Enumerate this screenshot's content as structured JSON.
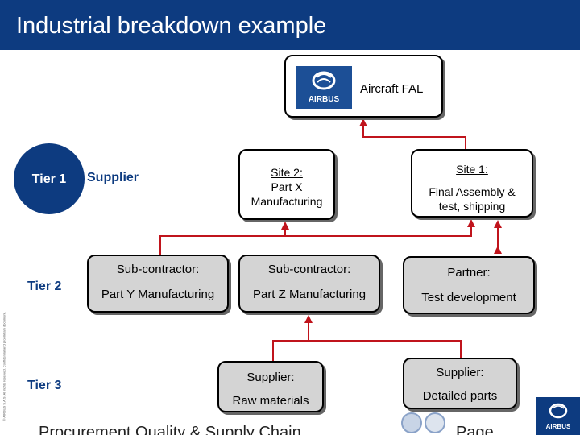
{
  "header": {
    "title": "Industrial breakdown example"
  },
  "top": {
    "label": "Aircraft FAL",
    "logo_text": "AIRBUS"
  },
  "sites": {
    "site2": {
      "title": "Site 2:",
      "line1": "Part X",
      "line2": "Manufacturing"
    },
    "site1": {
      "title": "Site 1: ",
      "line1": "Final Assembly &",
      "line2": "test, shipping"
    }
  },
  "tiers": {
    "tier1": "Tier 1",
    "tier1_role": "Supplier",
    "tier2": "Tier 2",
    "tier3": "Tier 3"
  },
  "tier2_boxes": {
    "sub_y": {
      "title": "Sub-contractor:",
      "desc": "Part Y Manufacturing"
    },
    "sub_z": {
      "title": "Sub-contractor:",
      "desc": "Part Z Manufacturing"
    },
    "partner": {
      "title": "Partner:",
      "desc": "Test development"
    }
  },
  "tier3_boxes": {
    "raw": {
      "title": "Supplier:",
      "desc": "Raw materials"
    },
    "detailed": {
      "title": "Supplier:",
      "desc": "Detailed parts"
    }
  },
  "footer": {
    "text": "Procurement Quality & Supply Chain",
    "page": "Page",
    "copyright": "© AIRBUS S.A.S. All rights reserved. Confidential and proprietary document.",
    "logo_text": "AIRBUS"
  },
  "colors": {
    "brand_blue": "#0d3b80",
    "connector_red": "#c0141c",
    "box_grey": "#d4d4d4"
  }
}
